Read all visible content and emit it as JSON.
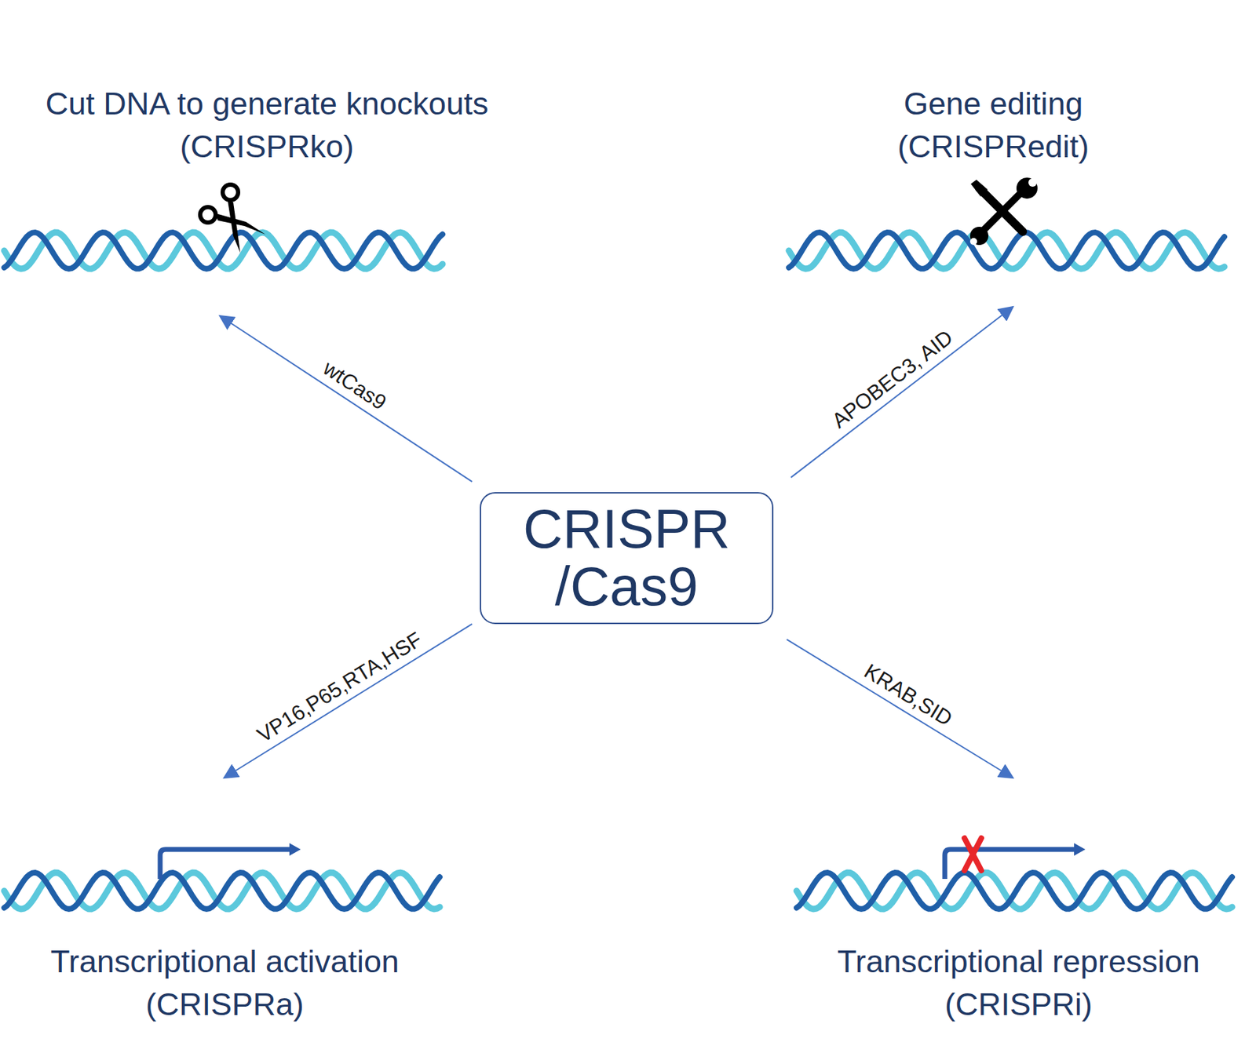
{
  "diagram": {
    "nodes": [
      {
        "text": [
          "Cut DNA to generate knockouts (CRISPRko)"
        ]
      },
      {
        "text": [
          "Gene editing (CRISPRedit)"
        ]
      },
      {
        "text": [
          "CRISPR /Cas9"
        ]
      },
      {
        "text": [
          "Transcriptional activation (CRISPRa)"
        ]
      },
      {
        "text": [
          "Transcriptional repression (CRISPRi)"
        ]
      }
    ],
    "edges": [
      {
        "from": 2,
        "to": 0,
        "label": "wtCas9",
        "arrow": "to"
      },
      {
        "from": 2,
        "to": 1,
        "label": "APOBEC3, AID",
        "arrow": "to"
      },
      {
        "from": 2,
        "to": 3,
        "label": "VP16,P65,RTA,HSF",
        "arrow": "to"
      },
      {
        "from": 2,
        "to": 4,
        "label": "KRAB,SID",
        "arrow": "to"
      }
    ]
  }
}
